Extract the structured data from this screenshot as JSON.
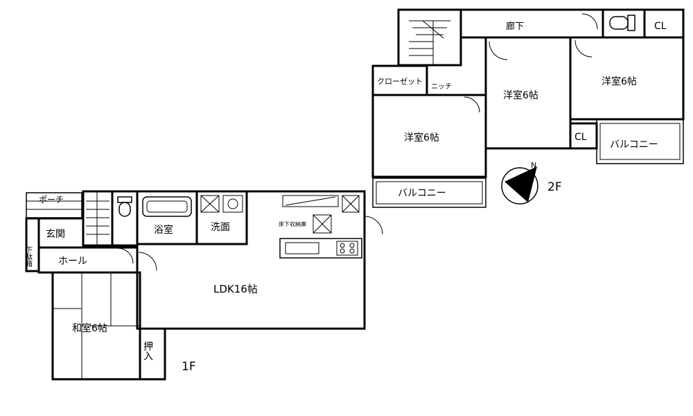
{
  "floor2": {
    "label": "2F",
    "rooms": {
      "hallway": "廊下",
      "cl_top": "CL",
      "closet": "クローゼット",
      "niche": "ニッチ",
      "western_left": "洋室6帖",
      "western_mid": "洋室6帖",
      "western_right": "洋室6帖",
      "cl_mid": "CL",
      "balcony_left": "バルコニー",
      "balcony_right": "バルコニー"
    }
  },
  "floor1": {
    "label": "1F",
    "rooms": {
      "porch": "ポーチ",
      "entrance": "玄関",
      "shoe_storage": "下駄箱",
      "hall": "ホール",
      "bath": "浴室",
      "washroom": "洗面",
      "underfloor": "床下収納庫",
      "ldk": "LDK16帖",
      "japanese": "和室6帖",
      "oshiire": "押入"
    }
  },
  "compass": {
    "north": "N"
  }
}
